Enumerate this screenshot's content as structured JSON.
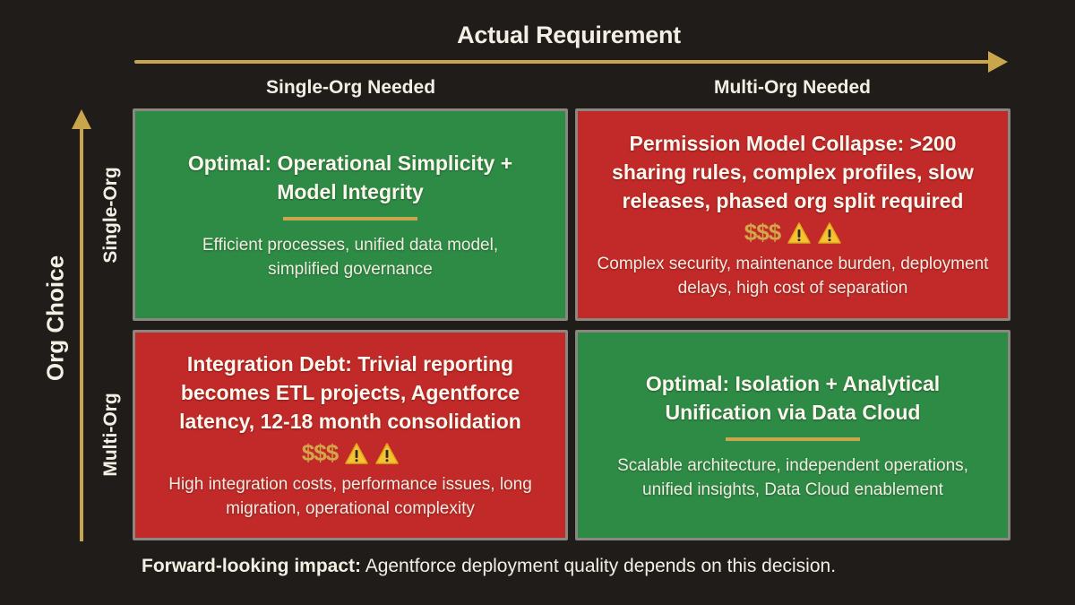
{
  "header": {
    "title": "Actual Requirement",
    "columns": [
      "Single-Org Needed",
      "Multi-Org Needed"
    ]
  },
  "y_axis": {
    "title": "Org Choice",
    "rows": [
      "Single-Org",
      "Multi-Org"
    ]
  },
  "quadrants": {
    "single_single": {
      "title": "Optimal: Operational Simplicity + Model Integrity",
      "description": "Efficient processes, unified data model, simplified governance",
      "color": "#2e8b45"
    },
    "single_multi": {
      "title": "Permission Model Collapse: >200 sharing rules, complex profiles, slow releases, phased org split required",
      "cost": "$$$",
      "warning_icons": 2,
      "description": "Complex security, maintenance burden, deployment delays, high cost of separation",
      "color": "#c12a28"
    },
    "multi_single": {
      "title": "Integration Debt: Trivial reporting becomes ETL projects, Agentforce latency, 12-18 month consolidation",
      "cost": "$$$",
      "warning_icons": 2,
      "description": "High integration costs, performance issues, long migration, operational complexity",
      "color": "#c12a28"
    },
    "multi_multi": {
      "title": "Optimal: Isolation + Analytical Unification via Data Cloud",
      "description": "Scalable architecture, independent operations, unified insights, Data Cloud enablement",
      "color": "#2e8b45"
    }
  },
  "footer": {
    "label": "Forward-looking impact:",
    "text": " Agentforce deployment quality depends on this decision."
  },
  "colors": {
    "background": "#1f1c19",
    "accent_gold": "#c9a54c",
    "optimal_green": "#2e8b45",
    "risk_red": "#c12a28"
  }
}
